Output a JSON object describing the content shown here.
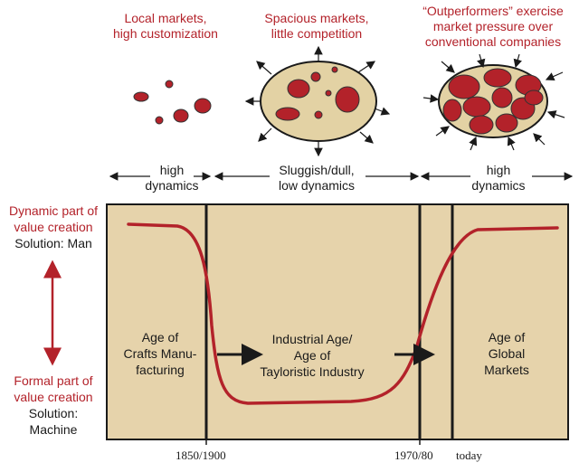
{
  "top_labels": {
    "local": {
      "line1": "Local markets,",
      "line2": "high customization"
    },
    "spacious": {
      "line1": "Spacious markets,",
      "line2": "little competition"
    },
    "outperformers": {
      "line1": "“Outperformers” exercise",
      "line2": "market pressure over",
      "line3": "conventional companies"
    }
  },
  "dynamics": {
    "left": {
      "line1": "high",
      "line2": "dynamics"
    },
    "middle": {
      "line1": "Sluggish/dull,",
      "line2": "low dynamics"
    },
    "right": {
      "line1": "high",
      "line2": "dynamics"
    }
  },
  "side_labels": {
    "dynamic": {
      "line1": "Dynamic part of",
      "line2": "value creation",
      "line3": "Solution: Man"
    },
    "formal": {
      "line1": "Formal part of",
      "line2": "value creation",
      "line3": "Solution:",
      "line4": "Machine"
    }
  },
  "ages": {
    "crafts": {
      "line1": "Age of",
      "line2": "Crafts Manu-",
      "line3": "facturing"
    },
    "industrial": {
      "line1": "Industrial Age/",
      "line2": "Age of",
      "line3": "Tayloristic Industry"
    },
    "global": {
      "line1": "Age of",
      "line2": "Global",
      "line3": "Markets"
    }
  },
  "ticks": {
    "t1": "1850/1900",
    "t2": "1970/80",
    "t3": "today"
  },
  "colors": {
    "red": "#b3222a",
    "panel": "#e6d3ab",
    "blob": "#e3d2a4",
    "line": "#1a1a1a"
  }
}
